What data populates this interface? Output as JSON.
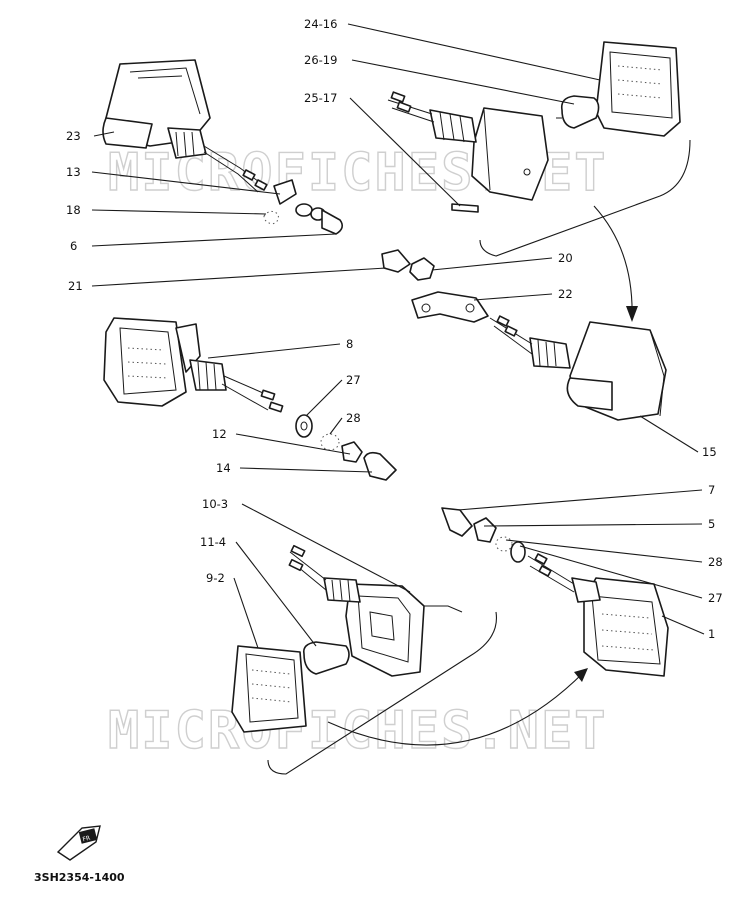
{
  "watermark": {
    "text": "MICROFICHES.NET"
  },
  "code": "3SH2354-1400",
  "labels": [
    {
      "id": "24-16",
      "text": "24-16"
    },
    {
      "id": "26-19",
      "text": "26-19"
    },
    {
      "id": "25-17",
      "text": "25-17"
    },
    {
      "id": "23",
      "text": "23"
    },
    {
      "id": "13",
      "text": "13"
    },
    {
      "id": "18",
      "text": "18"
    },
    {
      "id": "6",
      "text": "6"
    },
    {
      "id": "20",
      "text": "20"
    },
    {
      "id": "21",
      "text": "21"
    },
    {
      "id": "22",
      "text": "22"
    },
    {
      "id": "8",
      "text": "8"
    },
    {
      "id": "27a",
      "text": "27"
    },
    {
      "id": "28a",
      "text": "28"
    },
    {
      "id": "12",
      "text": "12"
    },
    {
      "id": "14",
      "text": "14"
    },
    {
      "id": "15",
      "text": "15"
    },
    {
      "id": "10-3",
      "text": "10-3"
    },
    {
      "id": "7",
      "text": "7"
    },
    {
      "id": "5",
      "text": "5"
    },
    {
      "id": "11-4",
      "text": "11-4"
    },
    {
      "id": "28b",
      "text": "28"
    },
    {
      "id": "9-2",
      "text": "9-2"
    },
    {
      "id": "27b",
      "text": "27"
    },
    {
      "id": "1",
      "text": "1"
    }
  ]
}
